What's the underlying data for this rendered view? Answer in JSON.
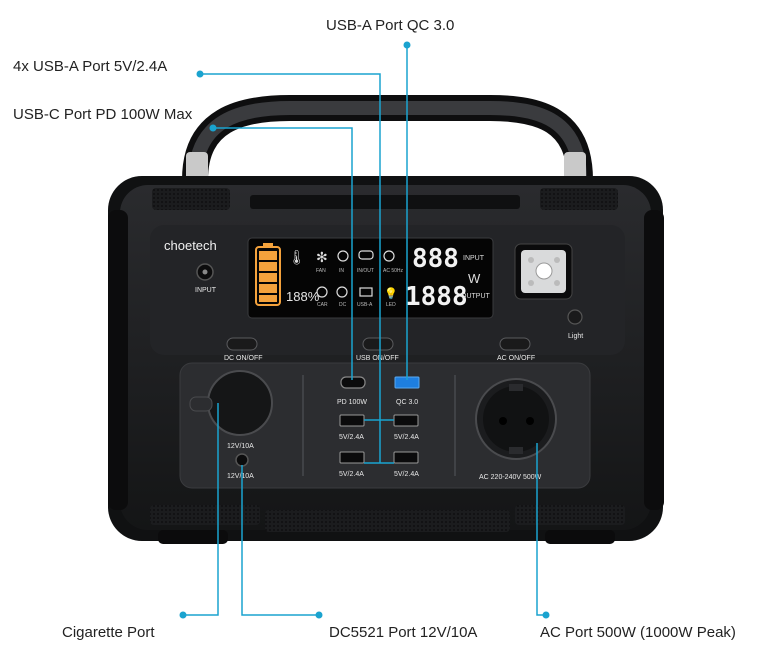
{
  "callouts": {
    "usb_a_qc": "USB-A Port QC 3.0",
    "usb_a_4x": "4x USB-A Port 5V/2.4A",
    "usb_c": "USB-C Port PD 100W Max",
    "cigarette": "Cigarette Port",
    "dc5521": "DC5521 Port 12V/10A",
    "ac": "AC Port  500W (1000W Peak)"
  },
  "device": {
    "brand": "choetech",
    "input_label": "INPUT",
    "light_label": "Light",
    "dc_button": "DC ON/OFF",
    "usb_button": "USB ON/OFF",
    "ac_button": "AC ON/OFF",
    "pd_label": "PD 100W",
    "qc_label": "QC 3.0",
    "usba_label": "5V/2.4A",
    "cig_label": "12V/10A",
    "dc_label": "12V/10A",
    "ac_label": "AC 220-240V 500W",
    "display": {
      "battery_pct": "188%",
      "input_digits": "888",
      "output_digits": "1888",
      "input_word": "INPUT",
      "output_word": "OUTPUT",
      "unit": "W",
      "fan": "FAN",
      "in": "IN",
      "inout": "IN/OUT",
      "car": "CAR",
      "dc": "DC",
      "usba": "USB-A",
      "led": "LED",
      "ac": "AC 50Hz"
    }
  },
  "colors": {
    "leader": "#1aa3cf",
    "body": "#1e1f21",
    "panel": "#2b2c2f",
    "lcd_orange": "#f4a23c",
    "qc_blue": "#1e7fe0"
  }
}
